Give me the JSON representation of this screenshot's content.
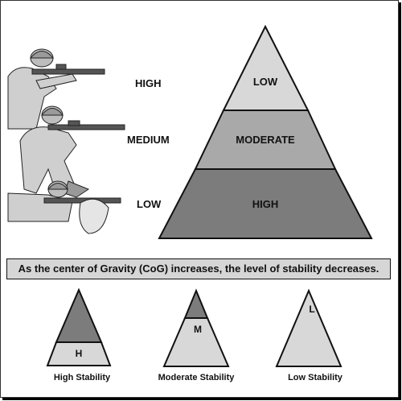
{
  "posture_labels": {
    "standing": "HIGH",
    "kneeling": "MEDIUM",
    "prone": "LOW"
  },
  "pyramid_labels": {
    "top": "LOW",
    "middle": "MODERATE",
    "bottom": "HIGH"
  },
  "banner_text": "As the center of Gravity (CoG) increases, the level of stability decreases.",
  "small_triangles": [
    {
      "letter": "H",
      "caption": "High Stability"
    },
    {
      "letter": "M",
      "caption": "Moderate Stability"
    },
    {
      "letter": "L",
      "caption": "Low Stability"
    }
  ],
  "colors": {
    "light": "#d8d8d8",
    "mid": "#a9a9a9",
    "dark": "#7c7c7c",
    "outline": "#111111"
  }
}
